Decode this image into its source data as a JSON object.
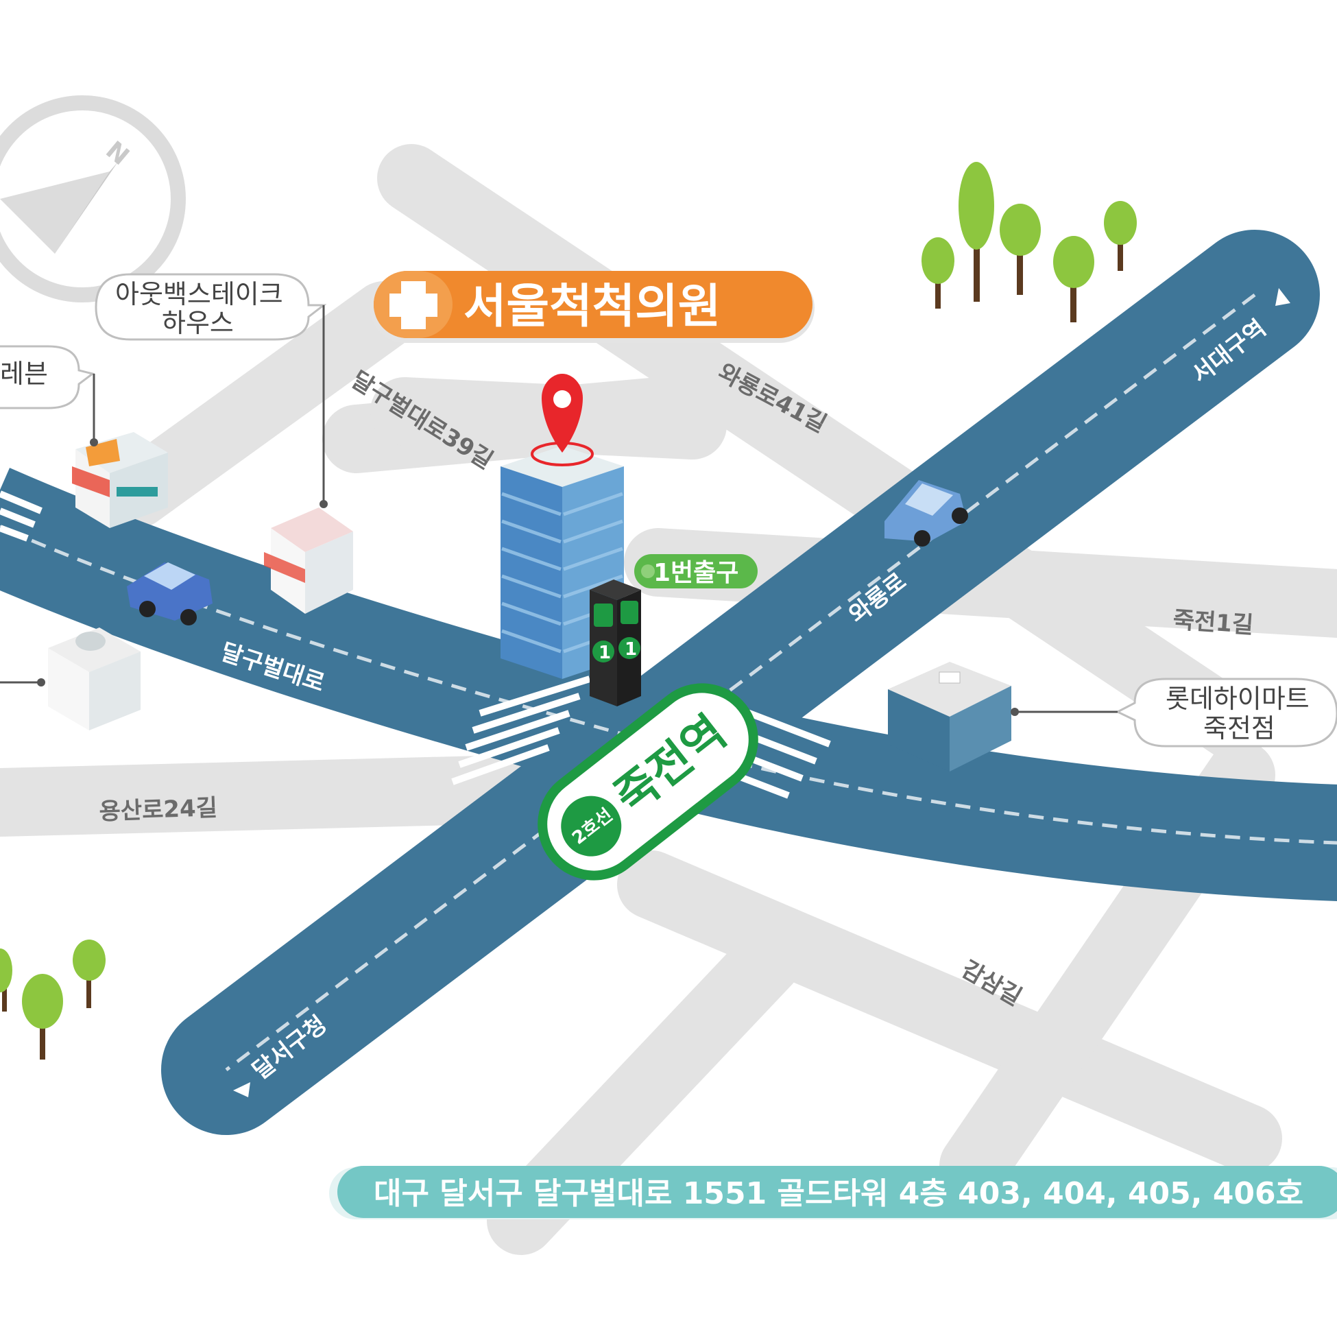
{
  "compass": {
    "north": "N",
    "icon": "compass-icon"
  },
  "clinic": {
    "name": "서울척척의원",
    "icon": "medical-cross-icon",
    "marker_icon": "location-pin-icon"
  },
  "station": {
    "name": "죽전역",
    "line": "2호선",
    "exit": "1번출구",
    "exit_numbers": [
      "1",
      "1"
    ]
  },
  "roads": {
    "main_ew": "달구벌대로",
    "main_ns": "와룡로",
    "r39": "달구벌대로39길",
    "r41": "와룡로41길",
    "jukjeon1": "죽전1길",
    "yongsan24": "용산로24길",
    "gamsam": "감삼길"
  },
  "directions": {
    "northeast": "서대구역",
    "southwest": "달서구청"
  },
  "landmarks": {
    "outback_line1": "아웃백스테이크",
    "outback_line2": "하우스",
    "seven_partial": "레븐",
    "lotte_line1": "롯데하이마트",
    "lotte_line2": "죽전점"
  },
  "address": "대구 달서구 달구벌대로 1551 골드타워 4층 403, 404, 405, 406호",
  "colors": {
    "road_main": "#3f7698",
    "road_minor": "#e3e3e3",
    "clinic_orange": "#f0892d",
    "station_green": "#1e9a43",
    "address_teal": "#74c7c5",
    "tree_green": "#8dc63f",
    "pin_red": "#e8262b"
  }
}
